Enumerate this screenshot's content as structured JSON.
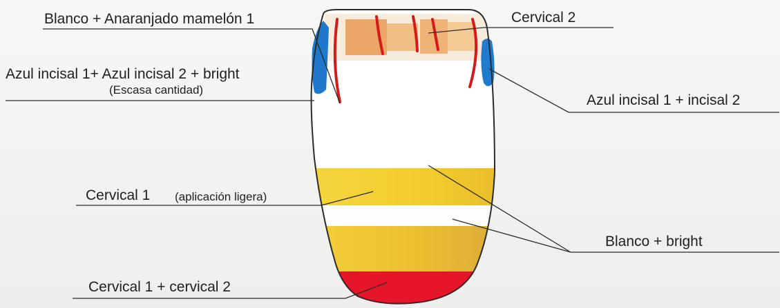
{
  "labels": {
    "blanco_anaranjado": "Blanco + Anaranjado mamelón 1",
    "cervical2_top": "Cervical 2",
    "azul_bright": "Azul incisal 1+ Azul incisal 2 + bright",
    "escasa": "(Escasa cantidad)",
    "azul_incisal": "Azul incisal 1 + incisal 2",
    "cervical1": "Cervical 1",
    "aplicacion": "(aplicación ligera)",
    "blanco_bright": "Blanco + bright",
    "cervical1_2": "Cervical 1 + cervical 2"
  },
  "colors": {
    "white_layer": "#ffffff",
    "orange_mamelon": "#e07a2a",
    "red_lines": "#d01818",
    "blue_incisal": "#1e78c8",
    "yellow_cervical": "#f3cf34",
    "red_cervical": "#e4142a",
    "leader_lines": "#2a2a2a"
  },
  "icons": {
    "tooth": "tooth-shape-layered"
  }
}
